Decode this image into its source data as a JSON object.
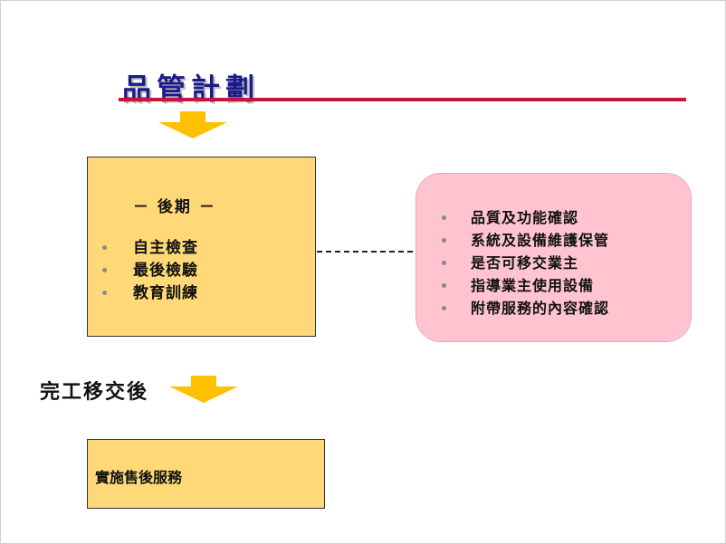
{
  "slide": {
    "title": "品管計劃",
    "late_box": {
      "heading": "－ 後期 －",
      "items": [
        "自主檢查",
        "最後檢驗",
        "教育訓練"
      ]
    },
    "pink_box": {
      "items": [
        "品質及功能確認",
        "系統及設備維護保管",
        "是否可移交業主",
        "指導業主使用設備",
        "附帶服務的內容確認"
      ]
    },
    "handover_label": "完工移交後",
    "service_box": {
      "text": "實施售後服務"
    },
    "colors": {
      "title": "#1a1a8c",
      "rule": "#c8143c",
      "arrow": "#ffc000",
      "yellow_box": "#ffd977",
      "pink_box": "#ffc4cf"
    }
  }
}
